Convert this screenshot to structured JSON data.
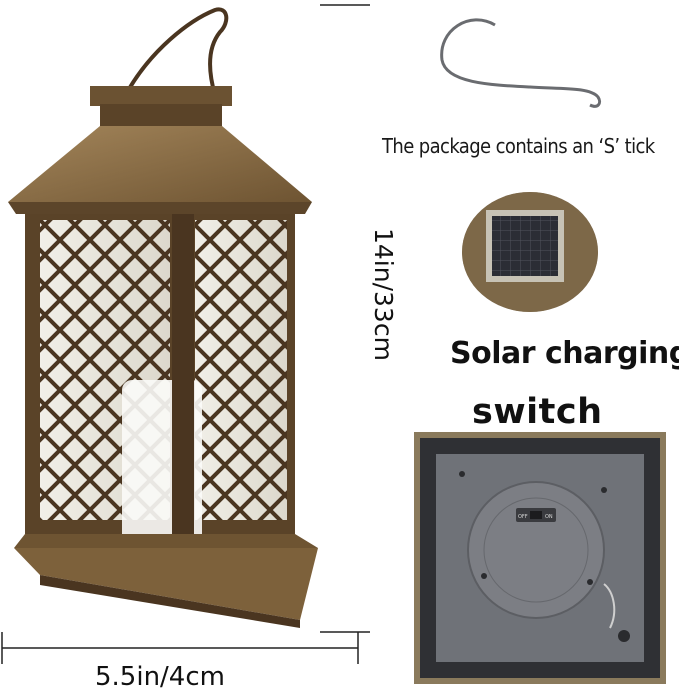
{
  "hook_caption": "The package contains an ‘S’ tick",
  "solar_caption": "Solar charging",
  "switch_caption": "switch",
  "height_label": "14in/33cm",
  "width_label": "5.5in/4cm",
  "base_switch": {
    "off": "OFF",
    "on": "ON"
  },
  "colors": {
    "bronze": "#8a6a3c",
    "dark_bronze": "#4a3520",
    "base_dark": "#2f3034",
    "base_grey": "#7c7e84"
  }
}
